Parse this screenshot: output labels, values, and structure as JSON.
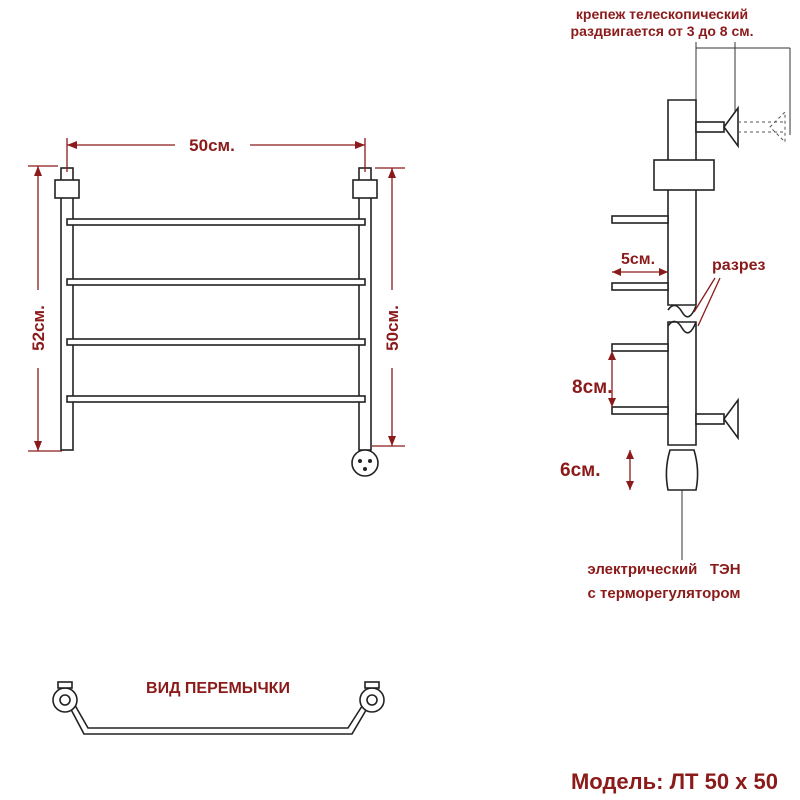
{
  "front_view": {
    "width_label": "50см.",
    "left_height_label": "52см.",
    "right_height_label": "50см."
  },
  "side_view": {
    "mount_line1": "крепеж телескопический",
    "mount_line2": "раздвигается от 3 до 8 см.",
    "bar_depth_label": "5см.",
    "section_label": "разрез",
    "spacing_label": "8см.",
    "heater_length_label": "6см.",
    "heater_line1": "электрический   ТЭН",
    "heater_line2": "с терморегулятором"
  },
  "jumper_view": {
    "title": "ВИД ПЕРЕМЫЧКИ"
  },
  "model": {
    "label": "Модель: ЛТ 50 х 50"
  },
  "colors": {
    "label": "#8b1a1a",
    "line": "#222222"
  }
}
